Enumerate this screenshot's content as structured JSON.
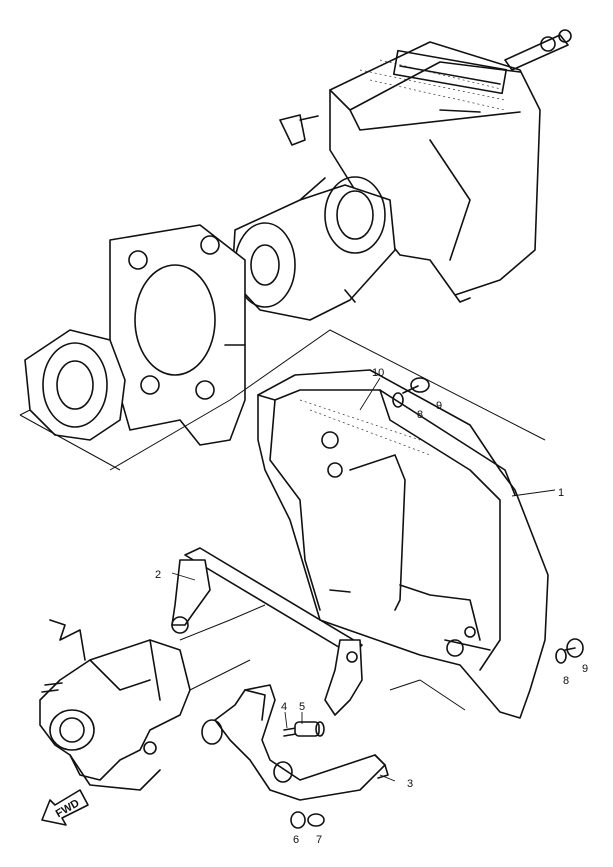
{
  "callouts": [
    {
      "label": "10"
    },
    {
      "label": "9"
    },
    {
      "label": "8"
    },
    {
      "label": "1"
    },
    {
      "label": "2"
    },
    {
      "label": "9"
    },
    {
      "label": "8"
    },
    {
      "label": "4"
    },
    {
      "label": "5"
    },
    {
      "label": "3"
    },
    {
      "label": "6"
    },
    {
      "label": "7"
    }
  ],
  "direction_marker": {
    "label": "FWD"
  }
}
